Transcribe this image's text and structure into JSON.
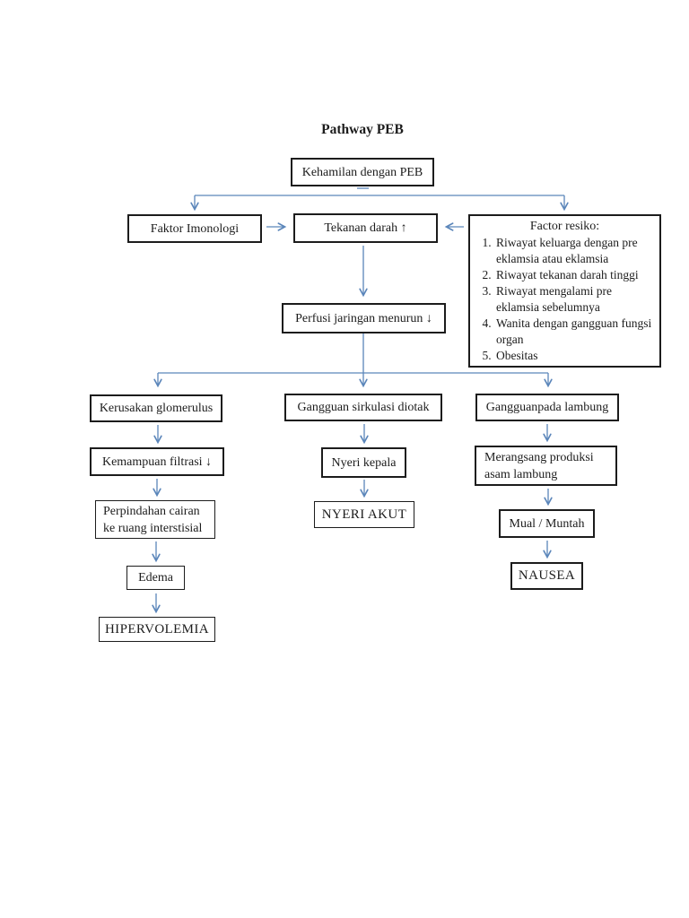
{
  "document": {
    "title": "Pathway PEB"
  },
  "diagram": {
    "arrow_color": "#5b86ba",
    "box_border_color": "#1c1c1c",
    "nodes": {
      "kehamilan": {
        "label": "Kehamilan dengan PEB"
      },
      "faktor_imonologi": {
        "label": "Faktor Imonologi"
      },
      "tekanan_darah": {
        "label": "Tekanan darah ↑"
      },
      "factor_resiko": {
        "title": "Factor resiko:",
        "items": [
          "Riwayat keluarga dengan pre eklamsia atau eklamsia",
          "Riwayat tekanan darah tinggi",
          "Riwayat mengalami pre eklamsia sebelumnya",
          "Wanita dengan gangguan fungsi organ",
          "Obesitas"
        ]
      },
      "perfusi": {
        "label": "Perfusi jaringan menurun ↓"
      },
      "kerusakan_glomerulus": {
        "label": "Kerusakan glomerulus"
      },
      "gangguan_sirkulasi": {
        "label": "Gangguan sirkulasi diotak"
      },
      "gangguan_lambung": {
        "label": "Gangguanpada lambung"
      },
      "kemampuan_filtrasi": {
        "label": "Kemampuan filtrasi ↓"
      },
      "perpindahan_cairan": {
        "label": "Perpindahan cairan ke ruang interstisial"
      },
      "edema": {
        "label": "Edema"
      },
      "hipervolemia": {
        "label": "HIPERVOLEMIA"
      },
      "nyeri_kepala": {
        "label": "Nyeri kepala"
      },
      "nyeri_akut": {
        "label": "NYERI AKUT"
      },
      "merangsang_produksi": {
        "label": "Merangsang produksi asam lambung"
      },
      "mual_muntah": {
        "label": "Mual / Muntah"
      },
      "nausea": {
        "label": "NAUSEA"
      }
    }
  }
}
